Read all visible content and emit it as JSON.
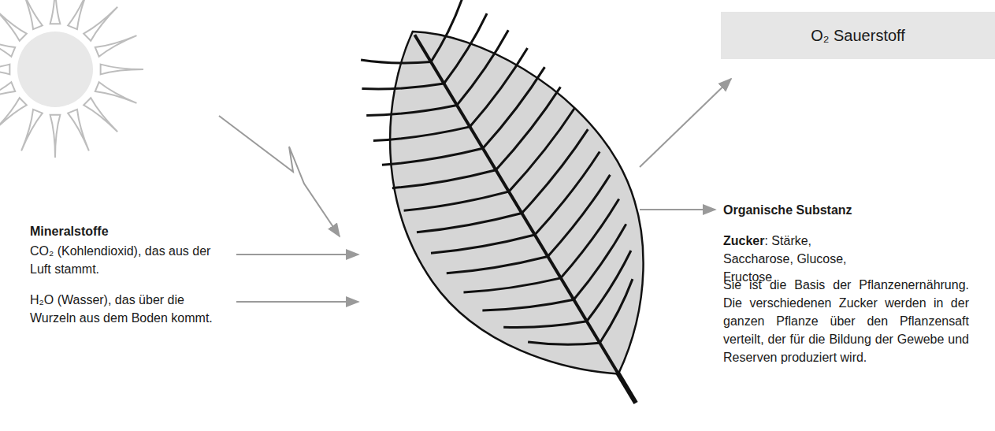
{
  "diagram": {
    "nodes": [
      {
        "text": [
          "O₂ Sauerstoff"
        ]
      }
    ],
    "labels": [
      "Mineralstoffe",
      "CO₂ (Kohlendioxid), das aus der Luft stammt.",
      "H₂O (Wasser), das über die Wurzeln aus dem Boden kommt.",
      "Organische Substanz",
      "Zucker",
      ": Stärke, Saccharose, Glucose, Fructose",
      "Sie ist die Basis der Pflanzenernährung. Die verschiedenen Zucker werden in der ganzen Pflanze über den Pflanzensaft verteilt, der für die Bildung der Gewebe und Reserven produziert wird."
    ]
  }
}
